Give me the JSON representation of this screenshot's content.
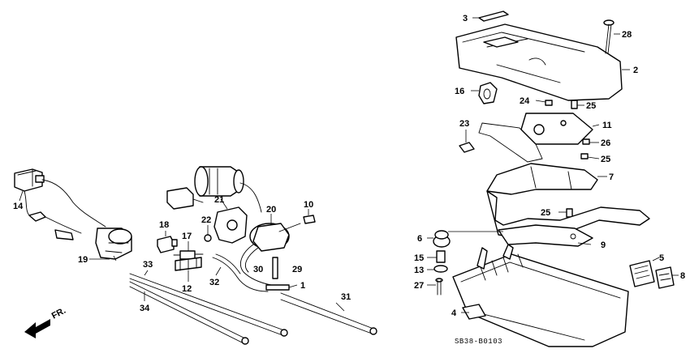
{
  "diagram_code": "SB38-B0103",
  "front_indicator": "FR.",
  "callouts": {
    "c1": "1",
    "c2": "2",
    "c3": "3",
    "c4": "4",
    "c5": "5",
    "c6": "6",
    "c7": "7",
    "c8": "8",
    "c9": "9",
    "c10": "10",
    "c11": "11",
    "c12": "12",
    "c13": "13",
    "c14": "14",
    "c15": "15",
    "c16": "16",
    "c17": "17",
    "c18": "18",
    "c19": "19",
    "c20": "20",
    "c21": "21",
    "c22": "22",
    "c23": "23",
    "c24": "24",
    "c25a": "25",
    "c25b": "25",
    "c25c": "25",
    "c26": "26",
    "c27": "27",
    "c28": "28",
    "c29": "29",
    "c30": "30",
    "c31": "31",
    "c32": "32",
    "c33": "33",
    "c34": "34"
  }
}
